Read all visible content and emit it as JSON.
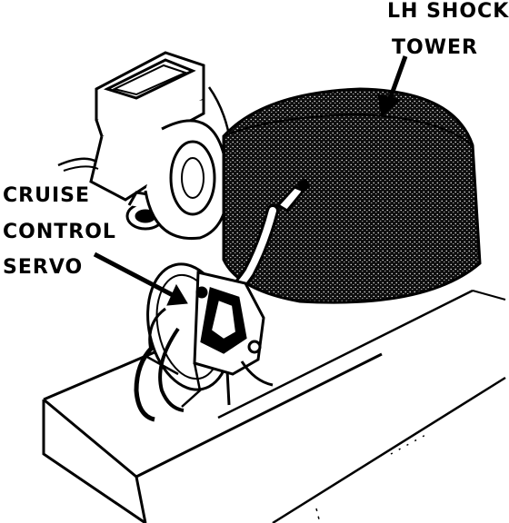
{
  "labels": {
    "shock_tower_line1": "LH SHOCK",
    "shock_tower_line2": "TOWER",
    "servo_line1": "CRUISE",
    "servo_line2": "CONTROL",
    "servo_line3": "SERVO"
  },
  "colors": {
    "ink": "#000000",
    "paper": "#ffffff",
    "stipple": "#1a1a1a"
  }
}
